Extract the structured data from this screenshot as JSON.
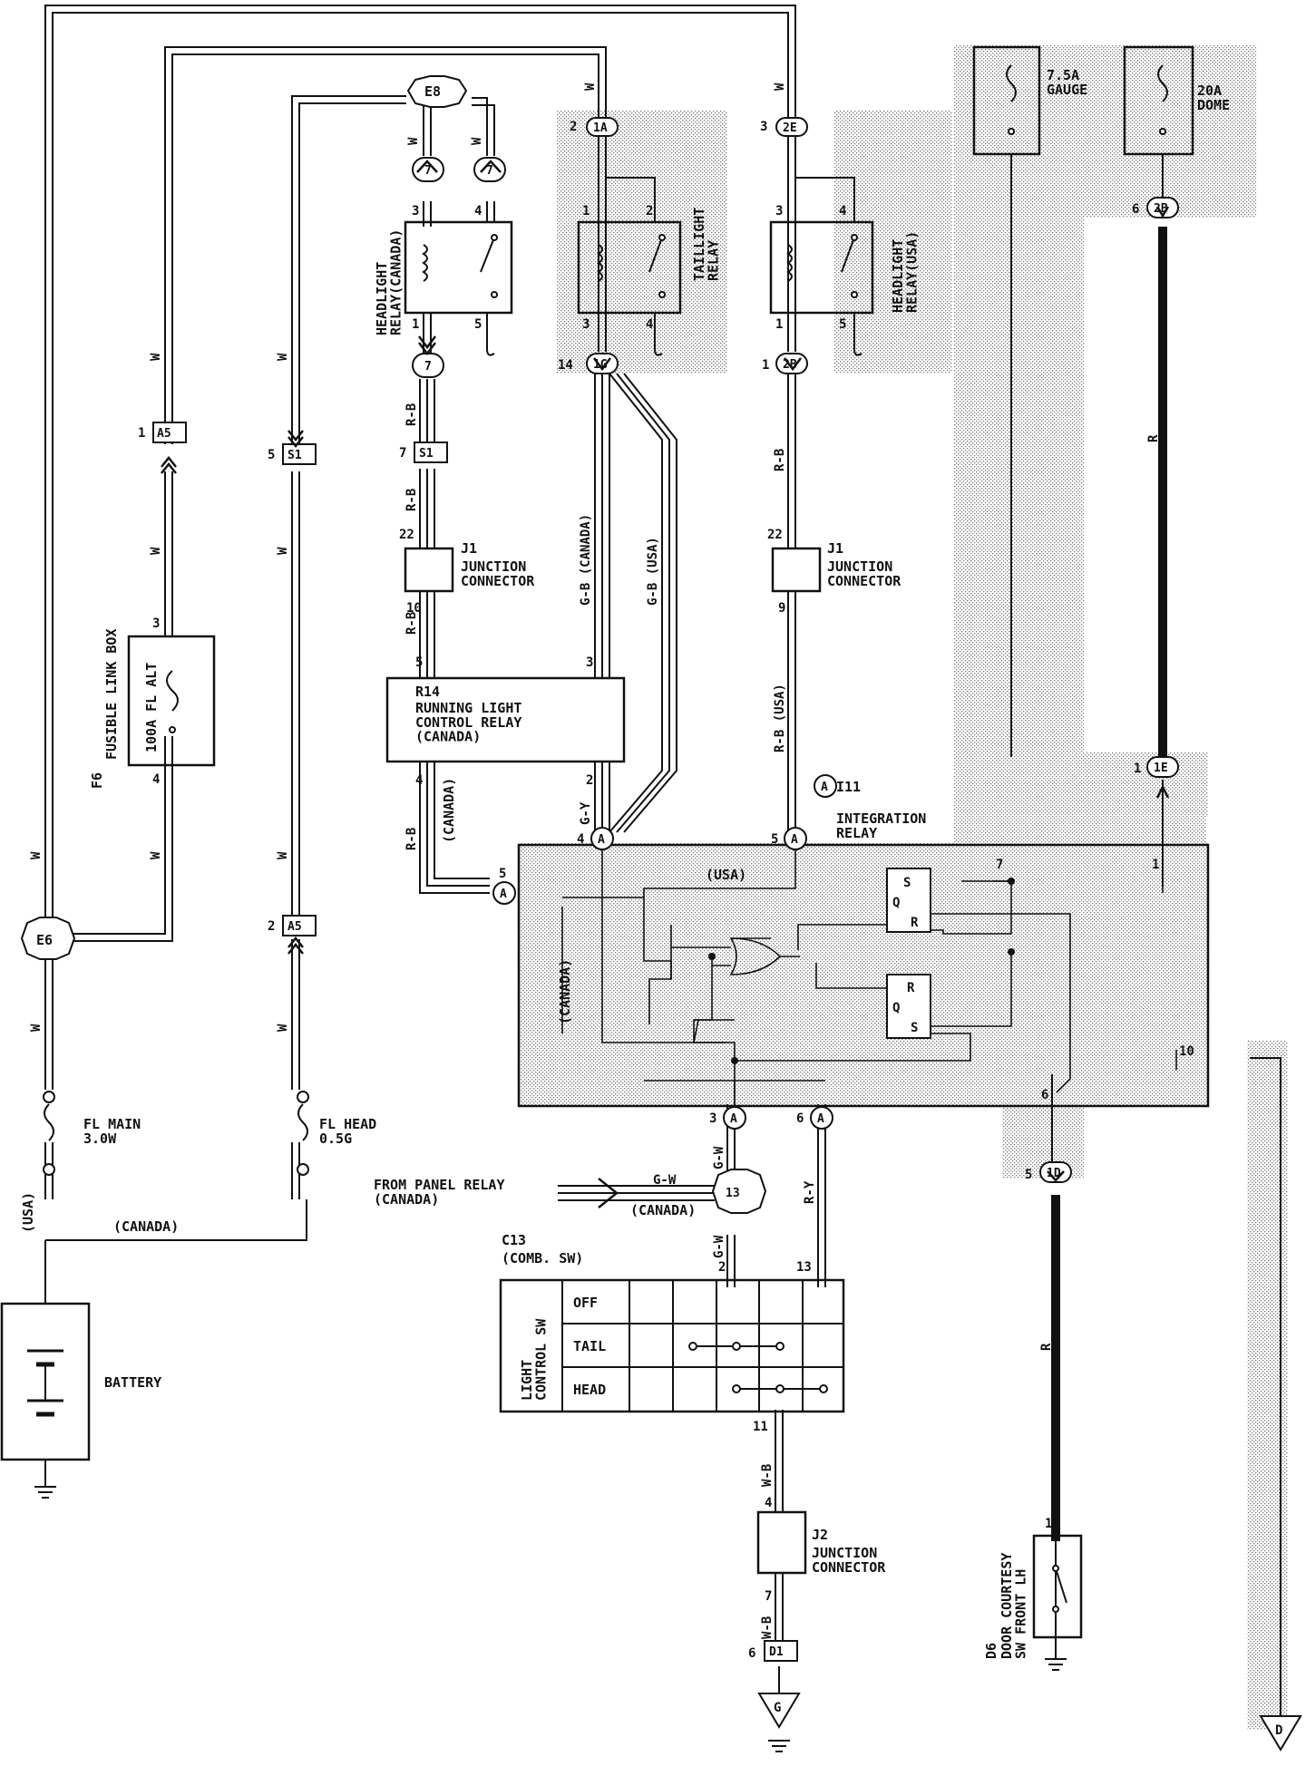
{
  "components": {
    "e8": "E8",
    "e6": "E6",
    "fuse_gauge": "7.5A\nGAUGE",
    "fuse_dome": "20A\nDOME",
    "fusible_link_box": "FUSIBLE LINK BOX",
    "f6": "F6",
    "fl_alt": "100A FL ALT",
    "fl_main": "FL MAIN\n3.0W",
    "fl_head": "FL HEAD\n0.5G",
    "battery": "BATTERY",
    "headlight_relay_canada": "HEADLIGHT\nRELAY(CANADA)",
    "taillight_relay": "TAILLIGHT\nRELAY",
    "headlight_relay_usa": "HEADLIGHT\nRELAY(USA)",
    "j1": "J1",
    "junction_connector": "JUNCTION\nCONNECTOR",
    "r14": "R14",
    "running_light_relay": "RUNNING LIGHT\nCONTROL RELAY\n(CANADA)",
    "i11": "I11",
    "integration_relay": "INTEGRATION\nRELAY",
    "from_panel_relay": "FROM PANEL RELAY\n(CANADA)",
    "c13": "C13",
    "comb_sw": "(COMB. SW)",
    "light_control_sw": "LIGHT\nCONTROL SW",
    "j2": "J2",
    "d6": "D6",
    "door_courtesy": "DOOR COURTESY\nSW FRONT LH",
    "ground_g": "G",
    "ground_d": "D"
  },
  "switch_positions": [
    "OFF",
    "TAIL",
    "HEAD"
  ],
  "connectors": {
    "a5": "A5",
    "s1": "S1",
    "c7": "7",
    "c13": "13",
    "d1": "D1",
    "c1a": "1A",
    "c1g": "1G",
    "c2e": "2E",
    "c2b": "2B",
    "c1e": "1E",
    "c1d": "1D",
    "a": "A"
  },
  "wire_colors": {
    "w": "W",
    "rb": "R-B",
    "gb_canada": "G-B (CANADA)",
    "gb_usa": "G-B (USA)",
    "rb_usa": "R-B (USA)",
    "gy": "G-Y",
    "r": "R",
    "gw": "G-W",
    "ry": "R-Y",
    "wb": "W-B"
  },
  "region_labels": {
    "usa": "(USA)",
    "canada": "(CANADA)"
  },
  "logic_labels": {
    "s": "S",
    "q": "Q",
    "r": "R"
  },
  "pins": {
    "p1": "1",
    "p2": "2",
    "p3": "3",
    "p4": "4",
    "p5": "5",
    "p6": "6",
    "p7": "7",
    "p9": "9",
    "p10": "10",
    "p11": "11",
    "p13": "13",
    "p14": "14",
    "p22": "22"
  }
}
